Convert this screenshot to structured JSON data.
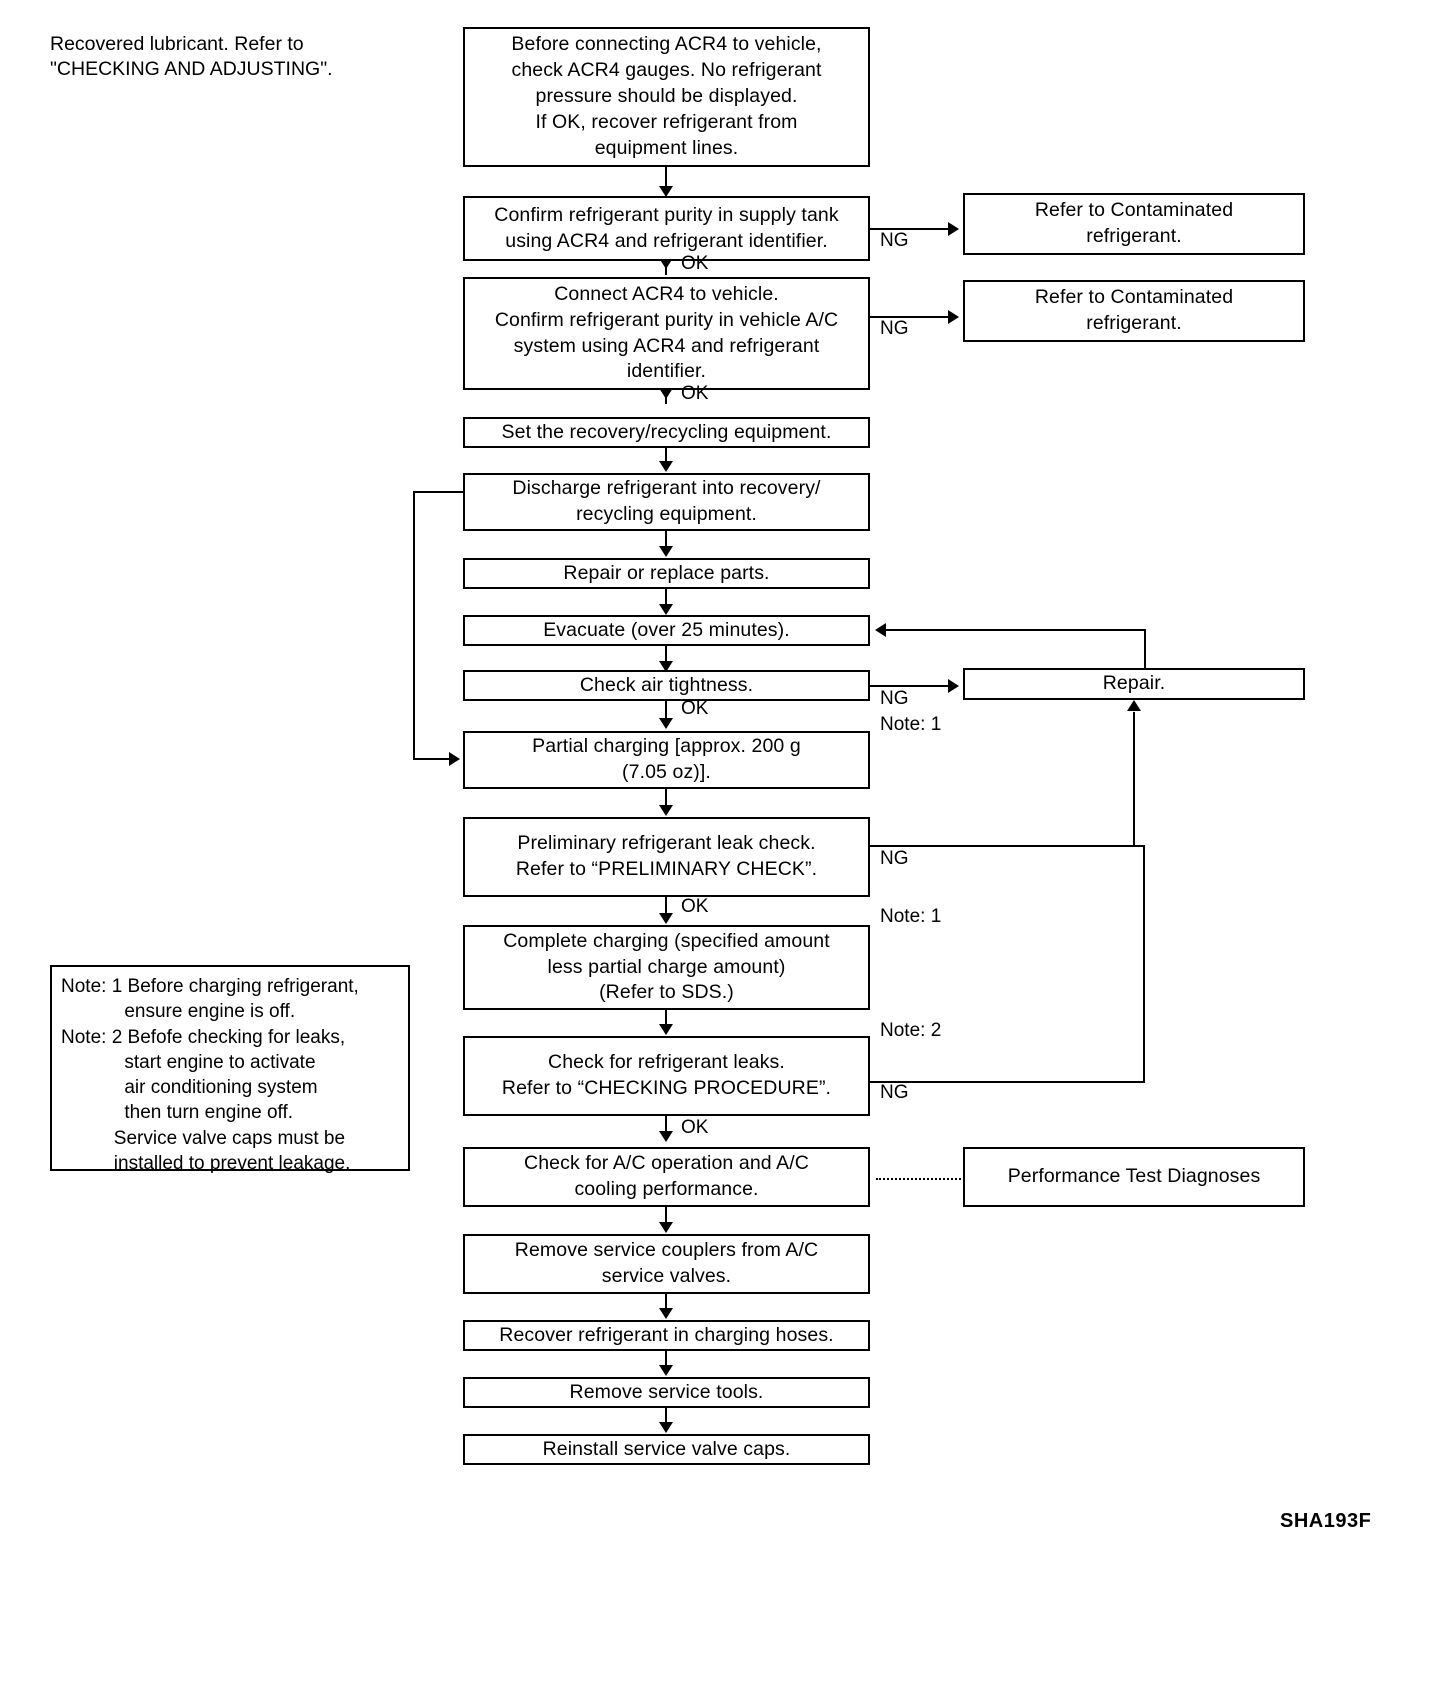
{
  "figure": {
    "id_label": "SHA193F",
    "top_left_note": "Recovered lubricant. Refer to\n\"CHECKING AND ADJUSTING\"."
  },
  "flow": {
    "steps": [
      {
        "id": "step-initial-check",
        "text": "Before connecting ACR4 to vehicle,\ncheck ACR4 gauges. No refrigerant\npressure should be displayed.\nIf OK, recover refrigerant from\nequipment lines."
      },
      {
        "id": "step-confirm-supply-tank",
        "text": "Confirm refrigerant purity in supply tank\nusing ACR4 and refrigerant identifier."
      },
      {
        "id": "step-connect-acr4",
        "text": "Connect ACR4 to vehicle.\nConfirm refrigerant purity in vehicle A/C\nsystem using ACR4 and refrigerant\nidentifier."
      },
      {
        "id": "step-set-equipment",
        "text": "Set the recovery/recycling equipment."
      },
      {
        "id": "step-discharge",
        "text": "Discharge refrigerant into recovery/\nrecycling equipment."
      },
      {
        "id": "step-repair-replace",
        "text": "Repair or replace parts."
      },
      {
        "id": "step-evacuate",
        "text": "Evacuate (over 25 minutes)."
      },
      {
        "id": "step-check-air-tightness",
        "text": "Check air tightness."
      },
      {
        "id": "step-partial-charging",
        "text": "Partial charging [approx. 200 g\n(7.05 oz)]."
      },
      {
        "id": "step-preliminary-leak-check",
        "text": "Preliminary refrigerant leak check.\nRefer to “PRELIMINARY CHECK”."
      },
      {
        "id": "step-complete-charging",
        "text": "Complete charging (specified amount\nless partial charge amount)\n(Refer to SDS.)"
      },
      {
        "id": "step-check-leaks",
        "text": "Check for refrigerant leaks.\nRefer to “CHECKING PROCEDURE”."
      },
      {
        "id": "step-check-ac-operation",
        "text": "Check for A/C operation and A/C\ncooling performance."
      },
      {
        "id": "step-remove-couplers",
        "text": "Remove service couplers from A/C\nservice valves."
      },
      {
        "id": "step-recover-hoses",
        "text": "Recover refrigerant in charging hoses."
      },
      {
        "id": "step-remove-tools",
        "text": "Remove service tools."
      },
      {
        "id": "step-reinstall-caps",
        "text": "Reinstall service valve caps."
      }
    ],
    "side_boxes": [
      {
        "id": "side-contaminated-1",
        "text": "Refer to Contaminated\nrefrigerant."
      },
      {
        "id": "side-contaminated-2",
        "text": "Refer to Contaminated\nrefrigerant."
      },
      {
        "id": "side-repair",
        "text": "Repair."
      },
      {
        "id": "side-performance-test",
        "text": "Performance Test Diagnoses"
      }
    ],
    "branch_labels": {
      "ng": "NG",
      "ok": "OK",
      "note1": "Note: 1",
      "note2": "Note: 2"
    }
  },
  "notes_box": {
    "lines": [
      "Note: 1 Before charging refrigerant,",
      "            ensure engine is off.",
      "Note: 2 Befofe checking for leaks,",
      "            start engine to activate",
      "            air conditioning system",
      "            then turn engine off.",
      "          Service valve caps must be",
      "          installed to prevent leakage."
    ]
  }
}
